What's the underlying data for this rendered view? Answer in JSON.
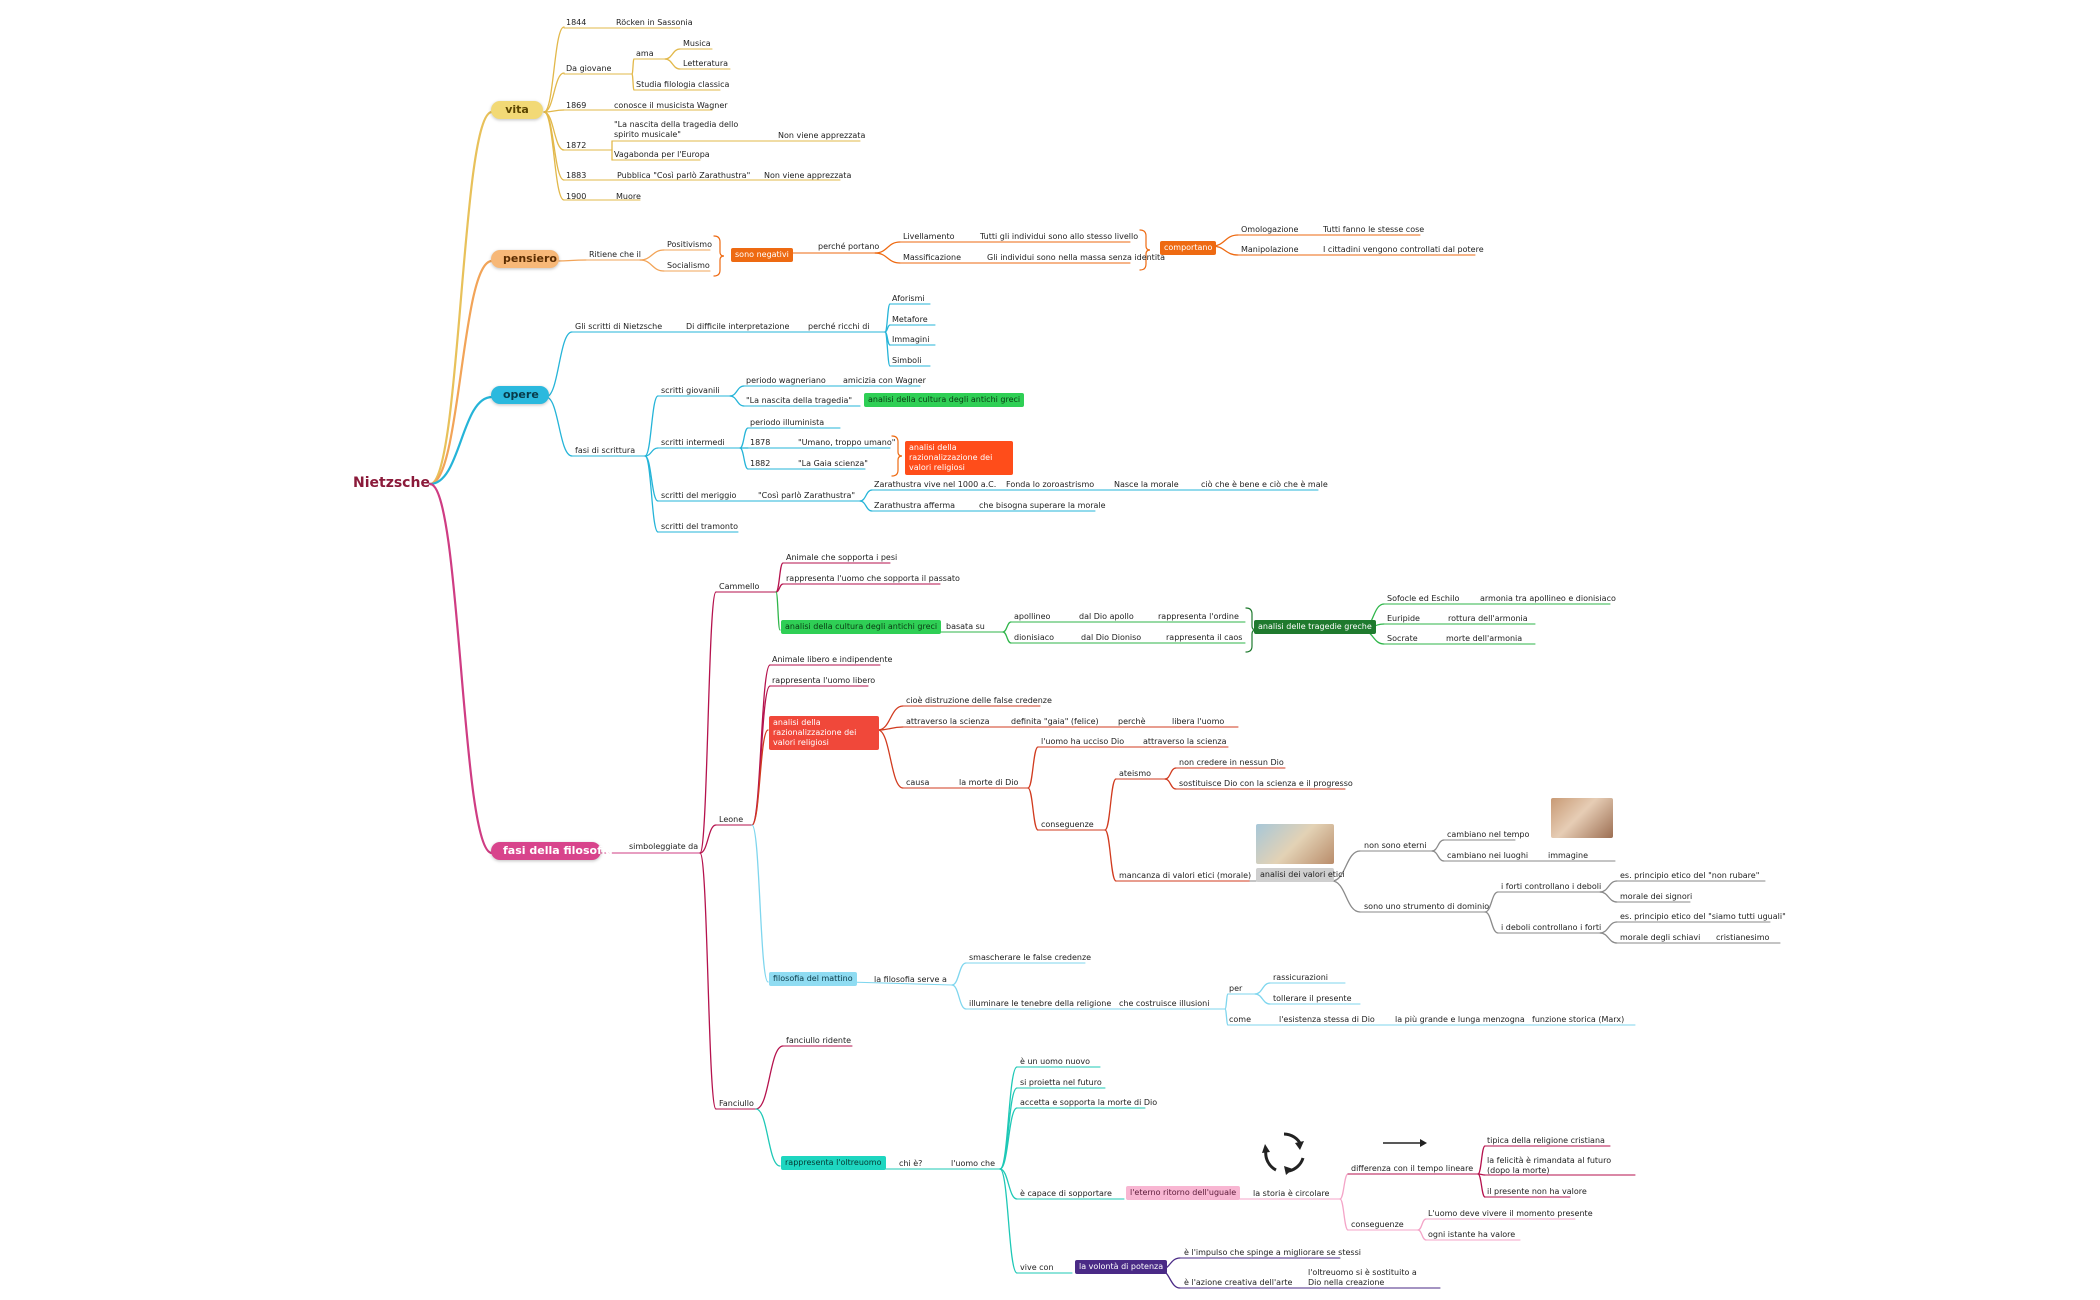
{
  "mindmap": {
    "root": "Nietzsche",
    "colors": {
      "vita": "#e8c15a",
      "pensiero": "#f2a458",
      "opere": "#25b4d8",
      "fasi": "#cf3c83",
      "cammello": "#b5124d",
      "green": "#2fb64a",
      "darkgreen": "#1f7a2e",
      "leone": "#d13b1f",
      "red": "#f0483a",
      "mattino": "#7fd6ee",
      "fanciullo": "#1ec8b6",
      "pink": "#f4a5c8",
      "purple": "#4a2a86",
      "gray": "#8a8a8a",
      "orange": "#ee6a12"
    },
    "vita": {
      "label": "vita",
      "y1844": "1844",
      "rocken": "Röcken in Sassonia",
      "giovane": "Da giovane",
      "ama": "ama",
      "musica": "Musica",
      "letteratura": "Letteratura",
      "filologia": "Studia filologia classica",
      "y1869": "1869",
      "wagner": "conosce il musicista Wagner",
      "nascita": "\"La nascita della tragedia dello spirito musicale\"",
      "non_apprezzata1": "Non viene apprezzata",
      "y1872": "1872",
      "vagabonda": "Vagabonda per l'Europa",
      "y1883": "1883",
      "pubblica": "Pubblica \"Così parlò Zarathustra\"",
      "non_apprezzata2": "Non viene apprezzata",
      "y1900": "1900",
      "muore": "Muore"
    },
    "pensiero": {
      "label": "pensiero",
      "ritiene": "Ritiene che il",
      "positivismo": "Positivismo",
      "socialismo": "Socialismo",
      "negativi": "sono negativi",
      "portano": "perché portano",
      "livellamento": "Livellamento",
      "liv_desc": "Tutti gli individui sono allo stesso livello",
      "massificazione": "Massificazione",
      "mass_desc": "Gli individui sono nella massa senza identità",
      "comportano": "comportano",
      "omologazione": "Omologazione",
      "omol_desc": "Tutti fanno le stesse cose",
      "manipolazione": "Manipolazione",
      "manip_desc": "I cittadini vengono controllati dal potere"
    },
    "opere": {
      "label": "opere",
      "scritti": "Gli scritti di Nietzsche",
      "difficile": "Di difficile interpretazione",
      "ricchi": "perché ricchi di",
      "aforismi": "Aforismi",
      "metafore": "Metafore",
      "immagini": "Immagini",
      "simboli": "Simboli",
      "fasi": "fasi di scrittura",
      "giovanili": "scritti giovanili",
      "wagneriano": "periodo wagneriano",
      "amicizia": "amicizia con Wagner",
      "nascita": "\"La nascita della tragedia\"",
      "analisi_greci": "analisi della cultura degli antichi greci",
      "intermedi": "scritti intermedi",
      "illuminista": "periodo illuminista",
      "y1878": "1878",
      "umano": "\"Umano, troppo umano\"",
      "y1882": "1882",
      "gaia": "\"La Gaia scienza\"",
      "razionalizzazione": "analisi della razionalizzazione dei valori religiosi",
      "meriggio": "scritti del meriggio",
      "zarathustra": "\"Così parlò Zarathustra\"",
      "z_visse": "Zarathustra vive nel 1000 a.C.",
      "fonda": "Fonda lo zoroastrismo",
      "nasce": "Nasce la morale",
      "bene_male": "ciò che è bene e ciò che è male",
      "z_afferma": "Zarathustra afferma",
      "superare": "che bisogna superare la morale",
      "tramonto": "scritti del tramonto"
    },
    "fasi": {
      "label": "fasi della filosofia",
      "simboleggiate": "simboleggiate da",
      "cammello": "Cammello",
      "c_animale": "Animale che sopporta i pesi",
      "c_rappresenta": "rappresenta l'uomo che sopporta il passato",
      "c_analisi": "analisi della cultura degli antichi greci",
      "basata": "basata su",
      "apollineo": "apollineo",
      "dal_apollo": "dal Dio apollo",
      "ordine": "rappresenta l'ordine",
      "dionisiaco": "dionisiaco",
      "dal_dioniso": "dal Dio Dioniso",
      "caos": "rappresenta il caos",
      "tragedie": "analisi delle tragedie greche",
      "sofocle": "Sofocle ed Eschilo",
      "armonia": "armonia tra apollineo e dionisiaco",
      "euripide": "Euripide",
      "rottura": "rottura dell'armonia",
      "socrate": "Socrate",
      "morte_armonia": "morte dell'armonia",
      "leone": "Leone",
      "l_animale": "Animale libero e indipendente",
      "l_rappresenta": "rappresenta l'uomo libero",
      "l_razionalizzazione": "analisi della razionalizzazione dei valori religiosi",
      "distruzione": "cioè distruzione delle false credenze",
      "attraverso": "attraverso la scienza",
      "definita": "definita \"gaia\" (felice)",
      "perche": "perchè",
      "libera": "libera l'uomo",
      "causa": "causa",
      "morte_dio": "la morte di Dio",
      "ucciso": "l'uomo ha ucciso Dio",
      "attraverso2": "attraverso la scienza",
      "conseguenze": "conseguenze",
      "ateismo": "ateismo",
      "non_credere": "non credere in nessun Dio",
      "sostituisce": "sostituisce Dio con la scienza e il progresso",
      "mancanza": "mancanza di valori etici (morale)",
      "analisi_etici": "analisi dei valori etici",
      "non_eterni": "non sono eterni",
      "tempo": "cambiano nel tempo",
      "luoghi": "cambiano nei luoghi",
      "immagine": "immagine",
      "dominio": "sono uno strumento di dominio",
      "forti": "i forti controllano i deboli",
      "rubare": "es. principio etico del \"non rubare\"",
      "signori": "morale dei signori",
      "deboli": "i deboli controllano i forti",
      "uguali": "es. principio etico del \"siamo tutti uguali\"",
      "schiavi": "morale degli schiavi",
      "cristianesimo": "cristianesimo",
      "mattino": "filosofia del mattino",
      "serve": "la filosofia serve a",
      "smascherare": "smascherare le false credenze",
      "illuminare": "illuminare le tenebre della religione",
      "costruisce": "che costruisce illusioni",
      "per": "per",
      "rassicurazioni": "rassicurazioni",
      "tollerare": "tollerare il presente",
      "come": "come",
      "esistenza": "l'esistenza stessa di Dio",
      "menzogna": "la più grande e lunga menzogna",
      "funzione": "funzione storica (Marx)",
      "fanciullo": "Fanciullo",
      "ridente": "fanciullo ridente",
      "oltreuomo": "rappresenta l'oltreuomo",
      "chi": "chi è?",
      "uomo_che": "l'uomo che",
      "nuovo": "è un uomo nuovo",
      "proietta": "si proietta nel futuro",
      "accetta": "accetta e sopporta la morte di Dio",
      "capace": "è capace di sopportare",
      "ritorno": "l'eterno ritorno dell'uguale",
      "storia": "la storia è circolare",
      "differenza": "differenza con il tempo lineare",
      "tipica": "tipica della religione cristiana",
      "felicita": "la felicità è rimandata al futuro (dopo la morte)",
      "presente_no": "il presente non ha valore",
      "conseg": "conseguenze",
      "vivere": "L'uomo deve vivere il momento presente",
      "istante": "ogni istante ha valore",
      "vive_con": "vive con",
      "volonta": "la volontà di potenza",
      "impulso": "è l'impulso che spinge a migliorare se stessi",
      "azione": "è l'azione creativa dell'arte",
      "sostituito": "l'oltreuomo si è sostituito a Dio nella creazione"
    }
  }
}
